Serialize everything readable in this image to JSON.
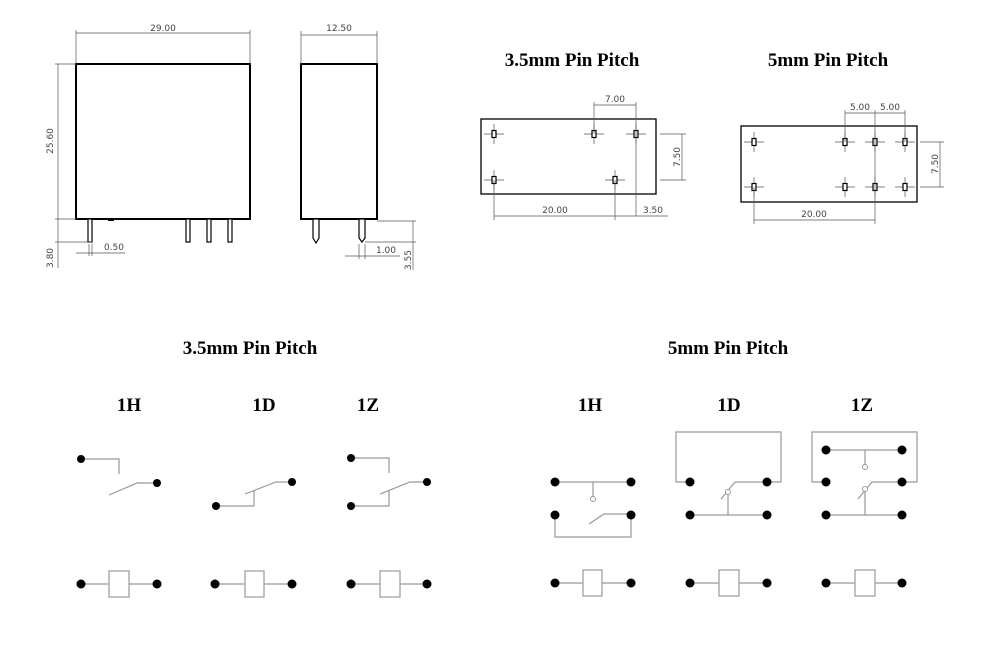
{
  "dimensions": {
    "front_width": "29.00",
    "front_height": "25.60",
    "pin_length": "3.80",
    "pin_width": "0.50",
    "side_width": "12.50",
    "side_pin_width": "1.00",
    "side_pin_length": "3.55"
  },
  "pcb_layouts": [
    {
      "title": "3.5mm Pin Pitch",
      "dims": [
        "7.00",
        "7.50",
        "20.00",
        "3.50"
      ]
    },
    {
      "title": "5mm Pin Pitch",
      "dims": [
        "5.00",
        "5.00",
        "7.50",
        "20.00"
      ]
    }
  ],
  "wiring": [
    {
      "title": "3.5mm Pin Pitch",
      "types": [
        "1H",
        "1D",
        "1Z"
      ]
    },
    {
      "title": "5mm Pin Pitch",
      "types": [
        "1H",
        "1D",
        "1Z"
      ]
    }
  ]
}
